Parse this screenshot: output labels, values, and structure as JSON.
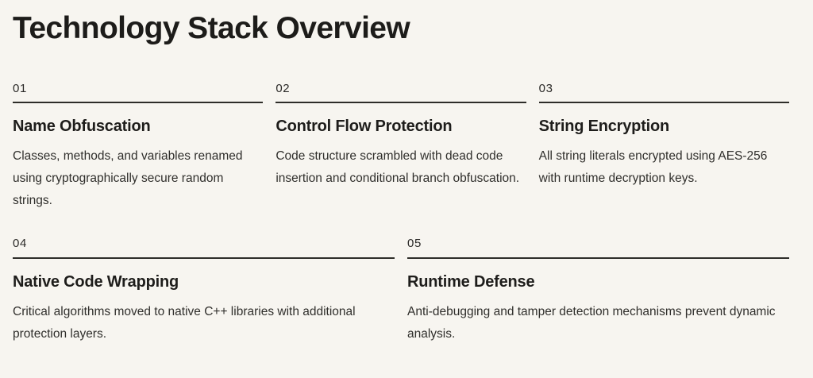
{
  "page": {
    "title": "Technology Stack Overview"
  },
  "cards": [
    {
      "number": "01",
      "title": "Name Obfuscation",
      "description": "Classes, methods, and variables renamed using cryptographically secure random strings."
    },
    {
      "number": "02",
      "title": "Control Flow Protection",
      "description": "Code structure scrambled with dead code insertion and conditional branch obfuscation."
    },
    {
      "number": "03",
      "title": "String Encryption",
      "description": "All string literals encrypted using AES-256 with runtime decryption keys."
    },
    {
      "number": "04",
      "title": "Native Code Wrapping",
      "description": "Critical algorithms moved to native C++ libraries with additional protection layers."
    },
    {
      "number": "05",
      "title": "Runtime Defense",
      "description": "Anti-debugging and tamper detection mechanisms prevent dynamic analysis."
    }
  ],
  "colors": {
    "background": "#f7f5f0",
    "heading_text": "#1d1c1a",
    "body_text": "#302f2c",
    "rule": "#2e2d29"
  }
}
